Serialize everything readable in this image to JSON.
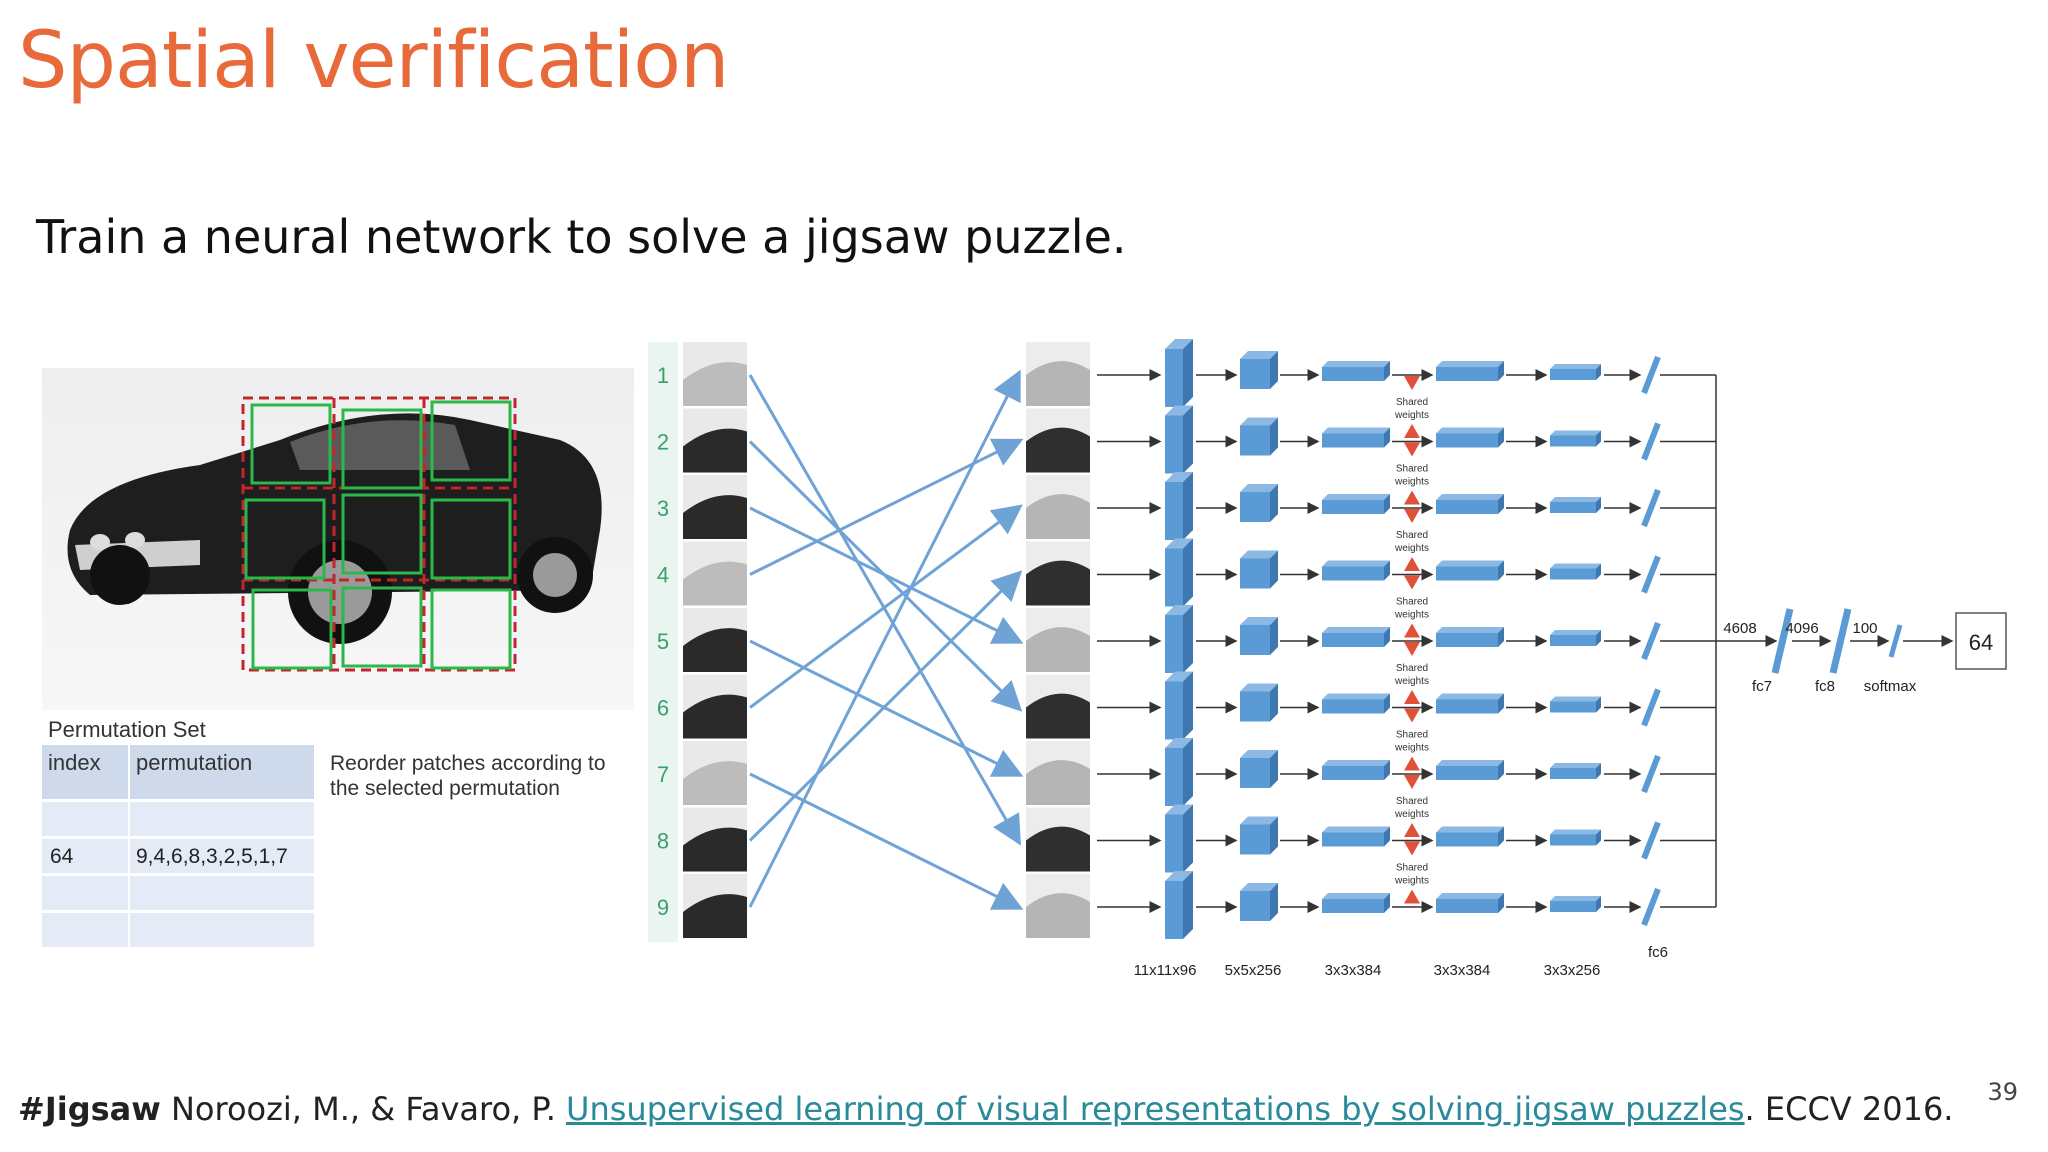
{
  "slide": {
    "title": "Spatial verification",
    "subtitle": "Train a neural network to solve a jigsaw puzzle.",
    "page_number": "39"
  },
  "figure": {
    "permutation_set_title": "Permutation Set",
    "table_headers": [
      "index",
      "permutation"
    ],
    "table_rows": [
      [
        "",
        ""
      ],
      [
        "64",
        "9,4,6,8,3,2,5,1,7"
      ],
      [
        "",
        ""
      ],
      [
        "",
        ""
      ]
    ],
    "reorder_note_line1": "Reorder patches according to",
    "reorder_note_line2": "the selected permutation",
    "tile_numbers": [
      "1",
      "2",
      "3",
      "4",
      "5",
      "6",
      "7",
      "8",
      "9"
    ],
    "shared_weights_line1": "Shared",
    "shared_weights_line2": "weights",
    "layer_labels": [
      "11x11x96",
      "5x5x256",
      "3x3x384",
      "3x3x384",
      "3x3x256"
    ],
    "fc6_label": "fc6",
    "fc_dims": [
      "4608",
      "4096",
      "100"
    ],
    "fc_names": [
      "fc7",
      "fc8",
      "softmax"
    ],
    "output_value": "64",
    "colors": {
      "title": "#e86a3a",
      "layer_blue": "#5b9bd5",
      "arrow_blue": "#6fa3d6",
      "arrow_red": "#e0513a",
      "red_grid": "#c0272d",
      "green_grid": "#2bb84a",
      "tile_number": "#3aa06a",
      "table_header_bg": "#cfd9ec",
      "table_row_bg": "#e4ebf6",
      "link": "#2a8a9a"
    }
  },
  "citation": {
    "tag": "#Jigsaw",
    "authors": " Noroozi, M., & Favaro, P. ",
    "link_text": "Unsupervised learning of visual representations by solving jigsaw puzzles",
    "suffix": ". ECCV 2016."
  }
}
